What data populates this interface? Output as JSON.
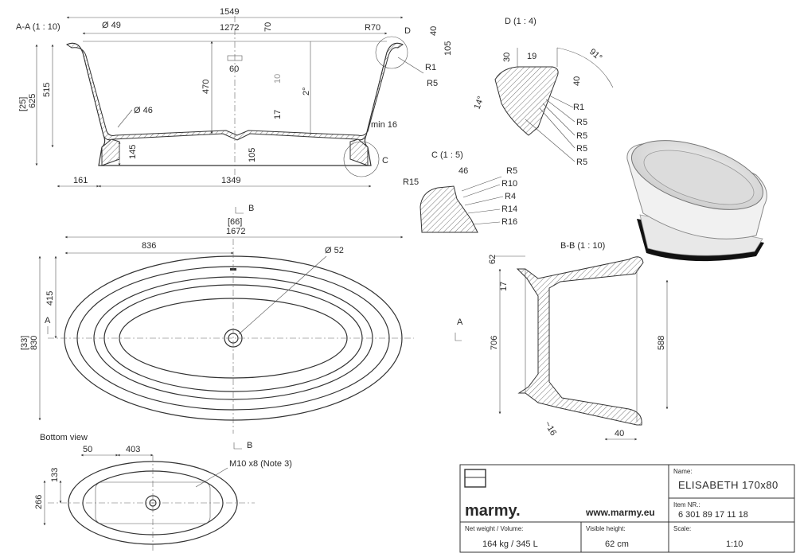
{
  "views": {
    "section_aa": {
      "title": "A-A (1 : 10)",
      "dims": {
        "overall_width": "1549",
        "inner_width": "1272",
        "dia_49": "Ø 49",
        "dim_70": "70",
        "r70": "R70",
        "dim_40": "40",
        "dim_105_top": "105",
        "r1": "R1",
        "r5": "R5",
        "d_label": "D",
        "h515": "515",
        "h625": "625",
        "h25": "[25]",
        "h470": "470",
        "d60": "60",
        "d10": "10",
        "deg2": "2°",
        "dia_46": "Ø 46",
        "d17": "17",
        "min16": "min 16",
        "d145": "145",
        "d105_bottom": "105",
        "c_label": "C",
        "d161": "161",
        "d1349": "1349"
      }
    },
    "detail_d": {
      "title": "D (1 : 4)",
      "dims": [
        "30",
        "19",
        "91°",
        "40",
        "14°",
        "R1",
        "R5",
        "R5",
        "R5",
        "R5"
      ]
    },
    "detail_c": {
      "title": "C (1 : 5)",
      "dims": [
        "46",
        "R5",
        "R15",
        "R10",
        "R4",
        "R14",
        "R16"
      ]
    },
    "top_view": {
      "b_label": "B",
      "dims": {
        "d66": "[66]",
        "d1672": "1672",
        "d836": "836",
        "dia52": "Ø 52",
        "d415": "415",
        "d33": "[33]",
        "d830": "830",
        "a_label": "A"
      }
    },
    "section_bb": {
      "title": "B-B (1 : 10)",
      "dims": {
        "d62": "62",
        "d17": "17",
        "d706": "706",
        "d588": "588",
        "d16": "~16",
        "d40": "40",
        "a_label": "A"
      }
    },
    "bottom_view": {
      "title": "Bottom view",
      "b_label": "B",
      "dims": {
        "d50": "50",
        "d403": "403",
        "m10": "M10 x8 (Note 3)",
        "d133": "133",
        "d266": "266"
      }
    }
  },
  "title_block": {
    "brand": "marmy.",
    "website": "www.marmy.eu",
    "name_label": "Name:",
    "name_value": "ELISABETH 170x80",
    "item_label": "Item NR.:",
    "item_value": "6 301 89 17 11 18",
    "weight_label": "Net weight / Volume:",
    "weight_value": "164 kg / 345 L",
    "height_label": "Visible height:",
    "height_value": "62 cm",
    "scale_label": "Scale:",
    "scale_value": "1:10"
  }
}
